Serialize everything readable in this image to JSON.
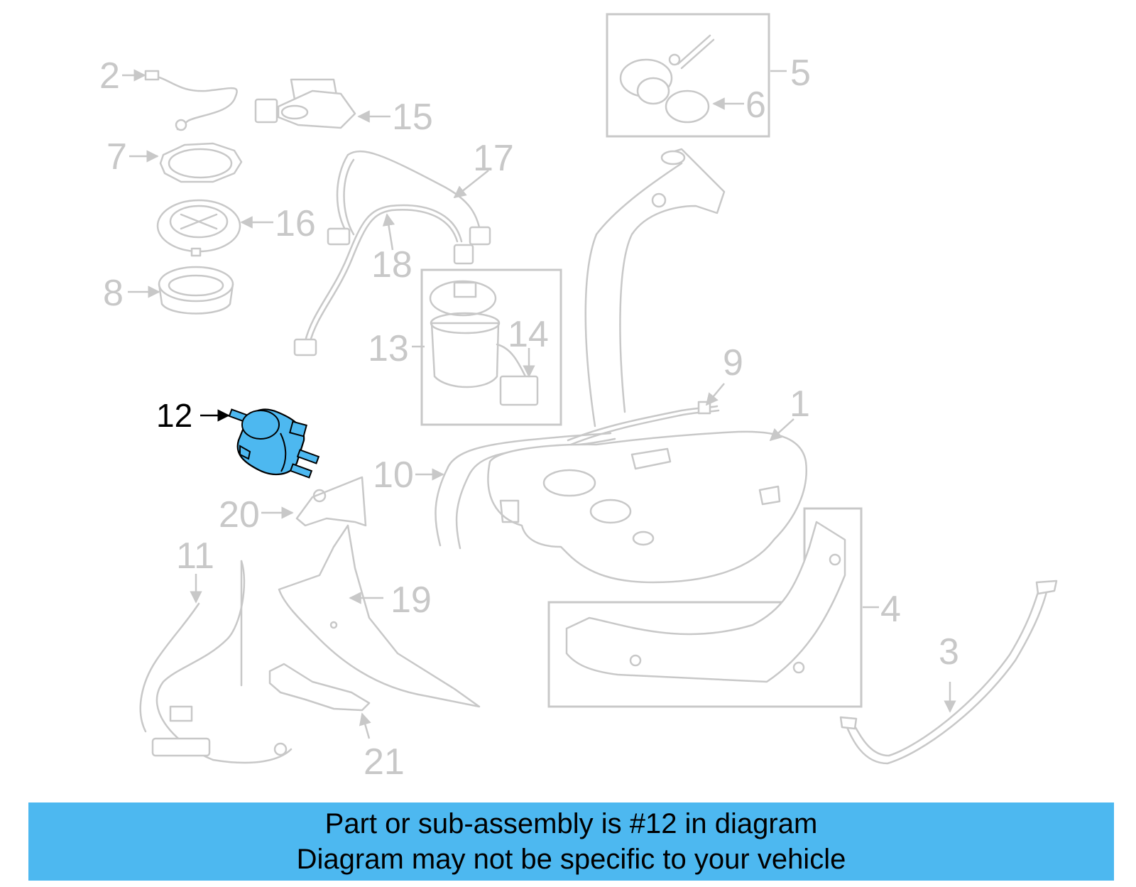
{
  "colors": {
    "highlight": "#4db8f0",
    "part_stroke": "#c8c8c8",
    "banner_bg": "#4db8f0"
  },
  "diagram": {
    "highlighted_part": "12",
    "callouts": {
      "p1": "1",
      "p2": "2",
      "p3": "3",
      "p4": "4",
      "p5": "5",
      "p6": "6",
      "p7": "7",
      "p8": "8",
      "p9": "9",
      "p10": "10",
      "p11": "11",
      "p12": "12",
      "p13": "13",
      "p14": "14",
      "p15": "15",
      "p16": "16",
      "p17": "17",
      "p18": "18",
      "p19": "19",
      "p20": "20",
      "p21": "21"
    }
  },
  "banner": {
    "line1": "Part or sub-assembly is #12 in diagram",
    "line2": "Diagram may not be specific to your vehicle"
  }
}
